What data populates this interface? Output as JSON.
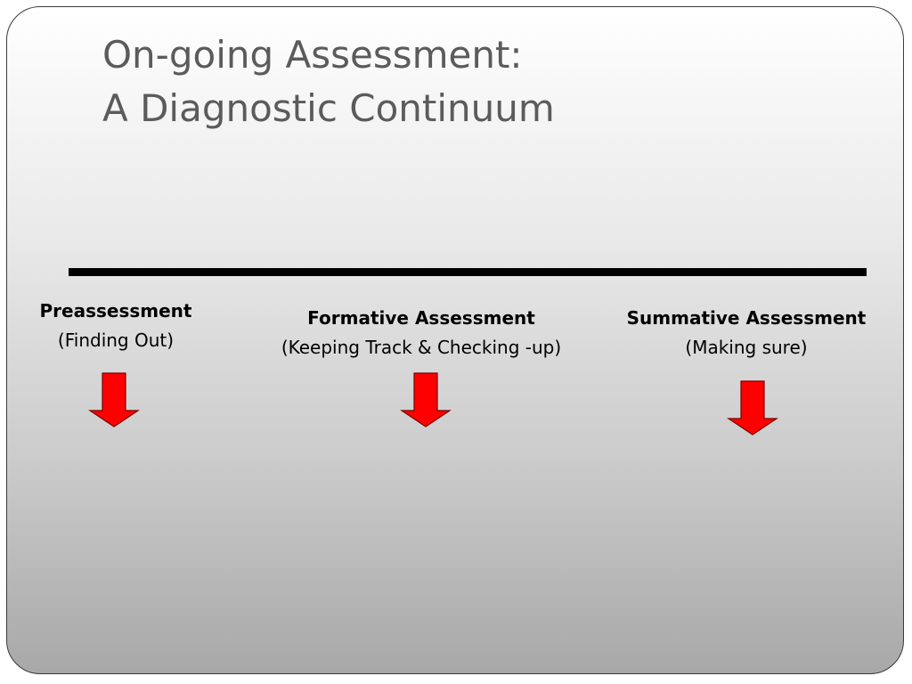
{
  "slide": {
    "title_line1": "On-going Assessment:",
    "title_line2": "A Diagnostic Continuum"
  },
  "stages": [
    {
      "name": "Preassessment",
      "description": "(Finding Out)"
    },
    {
      "name": "Formative Assessment",
      "description": "(Keeping Track & Checking -up)"
    },
    {
      "name": "Summative Assessment",
      "description": "(Making sure)"
    }
  ],
  "colors": {
    "arrow_fill": "#ff0000",
    "arrow_stroke": "#7a0000",
    "timeline": "#000000",
    "title_text": "#5b5b5b"
  }
}
